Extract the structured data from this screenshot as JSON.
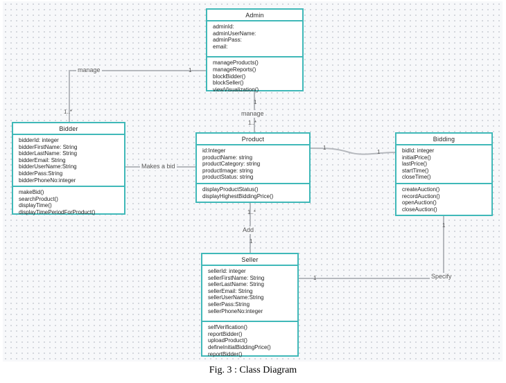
{
  "classes": {
    "admin": {
      "name": "Admin",
      "attributes": [
        "adminId:",
        "adminUserName:",
        "adminPass:",
        "email:"
      ],
      "methods": [
        "manageProducts()",
        "manageReports()",
        "blockBidder()",
        "blockSeller()",
        "viewVisualization()"
      ]
    },
    "bidder": {
      "name": "Bidder",
      "attributes": [
        "bidderId: integer",
        "bidderFirstName: String",
        "bidderLastName: String",
        "bidderEmail: String",
        "bidderUserName:String",
        "bidderPass:String",
        "bidderPhoneNo:integer"
      ],
      "methods": [
        "makeBid()",
        "searchProduct()",
        "displayTime()",
        "displayTimePeriodForProduct()"
      ]
    },
    "product": {
      "name": "Product",
      "attributes": [
        "id:Integer",
        "productName: string",
        "productCategory: string",
        "productImage: string",
        "productStatus: string"
      ],
      "methods": [
        "displayProductStatus()",
        "displayHighestBiddingPrice()"
      ]
    },
    "bidding": {
      "name": "Bidding",
      "attributes": [
        "bidId: integer",
        "initialPrice()",
        "lastPrice()",
        "startTime()",
        "closeTime()"
      ],
      "methods": [
        "createAuction()",
        "recordAuction()",
        "openAuction()",
        "closeAuction()"
      ]
    },
    "seller": {
      "name": "Seller",
      "attributes": [
        "sellerId: integer",
        "sellerFirstName: String",
        "sellerLastName: String",
        "sellerEmail: String",
        "sellerUserName:String",
        "sellerPass:String",
        "sellerPhoneNo:integer"
      ],
      "methods": [
        "selfVerification()",
        "reportBidder()",
        "uploadProduct()",
        "defineInitialBiddingPrice()",
        "reportBidder()"
      ]
    }
  },
  "associations": {
    "admin_bidder": {
      "label": "manage",
      "end_admin": "1",
      "end_bidder": "1..*"
    },
    "admin_product": {
      "label": "manage",
      "end_admin": "1",
      "end_product": "1..*"
    },
    "bidder_product": {
      "label": "Makes a bid"
    },
    "product_bidding": {
      "end_product": "1",
      "end_bidding": "1"
    },
    "product_seller": {
      "label": "Add",
      "end_product": "1..*",
      "end_seller": "1"
    },
    "seller_bidding": {
      "label": "Specify",
      "end_seller": "1",
      "end_bidding": "1"
    }
  },
  "caption": "Fig. 3 : Class Diagram",
  "colors": {
    "class_border": "#3fb8b8",
    "link": "#b5b8bd",
    "canvas": "#f7f8fa"
  }
}
